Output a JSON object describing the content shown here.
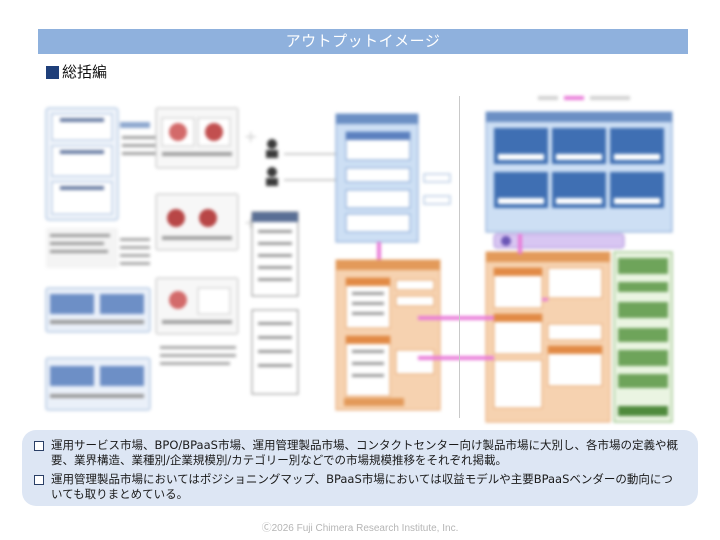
{
  "header": {
    "title": "アウトプットイメージ"
  },
  "section": {
    "title": "総括編"
  },
  "summary": {
    "bullets": [
      "運用サービス市場、BPO/BPaaS市場、運用管理製品市場、コンタクトセンター向け製品市場に大別し、各市場の定義や概要、業界構造、業種別/企業規模別/カテゴリー別などでの市場規模推移をそれぞれ掲載。",
      "運用管理製品市場においてはポジショニングマップ、BPaaS市場においては収益モデルや主要BPaaSベンダーの動向についても取りまとめている。"
    ]
  },
  "footer": {
    "copyright": "Ⓒ2026 Fuji Chimera Research Institute, Inc."
  },
  "colors": {
    "banner": "#8fb1dd",
    "accent_pink": "#e97bd8",
    "orange_panel": "#f6d2b0",
    "blue_panel": "#c9dcf3",
    "green_panel": "#6ea45a"
  }
}
